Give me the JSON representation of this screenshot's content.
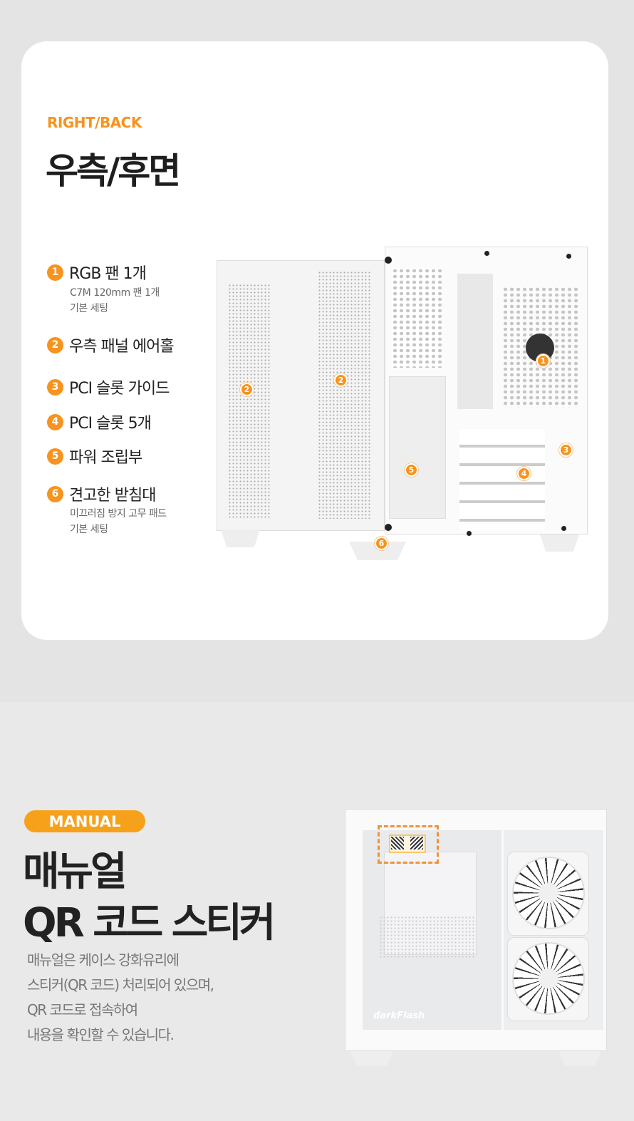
{
  "section1": {
    "eyebrow": "RIGHT/BACK",
    "title": "우측/후면",
    "features": [
      {
        "num": "1",
        "label": "RGB 팬 1개",
        "sub": [
          "C7M 120mm 팬 1개",
          "기본 세팅"
        ]
      },
      {
        "num": "2",
        "label": "우측 패널 에어홀"
      },
      {
        "num": "3",
        "label": "PCI 슬롯 가이드"
      },
      {
        "num": "4",
        "label": "PCI 슬롯 5개"
      },
      {
        "num": "5",
        "label": "파워 조립부"
      },
      {
        "num": "6",
        "label": "견고한 받침대",
        "sub": [
          "미끄러짐 방지 고무 패드",
          "기본 세팅"
        ]
      }
    ],
    "markers": [
      "1",
      "2",
      "2",
      "3",
      "4",
      "5",
      "6"
    ]
  },
  "section2": {
    "badge": "MANUAL",
    "title_lines": [
      "매뉴얼",
      "QR 코드 스티커"
    ],
    "description": [
      "매뉴얼은 케이스 강화유리에",
      "스티커(QR 코드) 처리되어 있으며,",
      "QR 코드로 접속하여",
      "내용을 확인할 수 있습니다."
    ],
    "brand_logo": "darkFlash"
  },
  "colors": {
    "accent": "#f7931e",
    "card": "#ffffff",
    "bg": "#e4e4e4"
  }
}
